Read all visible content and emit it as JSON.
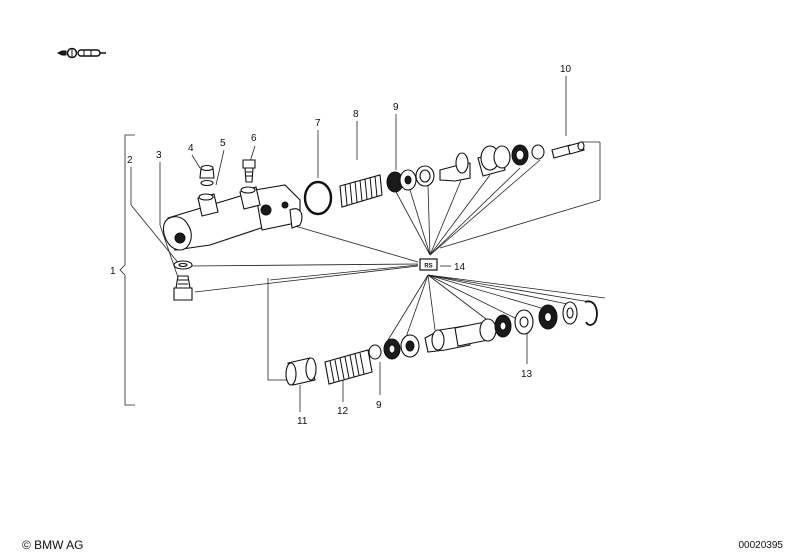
{
  "callouts": {
    "c1": "1",
    "c2": "2",
    "c3": "3",
    "c4": "4",
    "c5": "5",
    "c6": "6",
    "c7": "7",
    "c8": "8",
    "c9a": "9",
    "c10": "10",
    "c11": "11",
    "c12": "12",
    "c9b": "9",
    "c13": "13",
    "c14": "14"
  },
  "repair_set_badge": "RS",
  "footer": {
    "copyright": "© BMW AG",
    "document_number": "00020395"
  }
}
